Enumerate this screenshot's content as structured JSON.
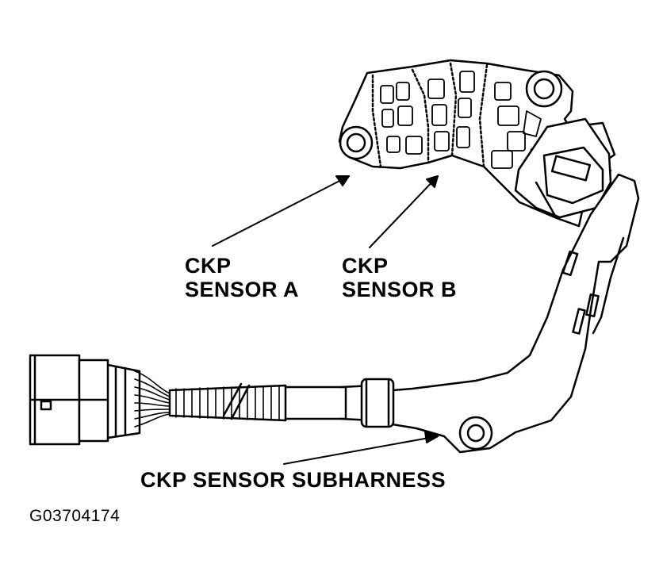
{
  "labels": {
    "sensor_a_line1": "CKP",
    "sensor_a_line2": "SENSOR A",
    "sensor_b_line1": "CKP",
    "sensor_b_line2": "SENSOR B",
    "subharness": "CKP SENSOR SUBHARNESS",
    "figure_code": "G03704174"
  },
  "colors": {
    "line": "#000000",
    "background": "#ffffff"
  }
}
